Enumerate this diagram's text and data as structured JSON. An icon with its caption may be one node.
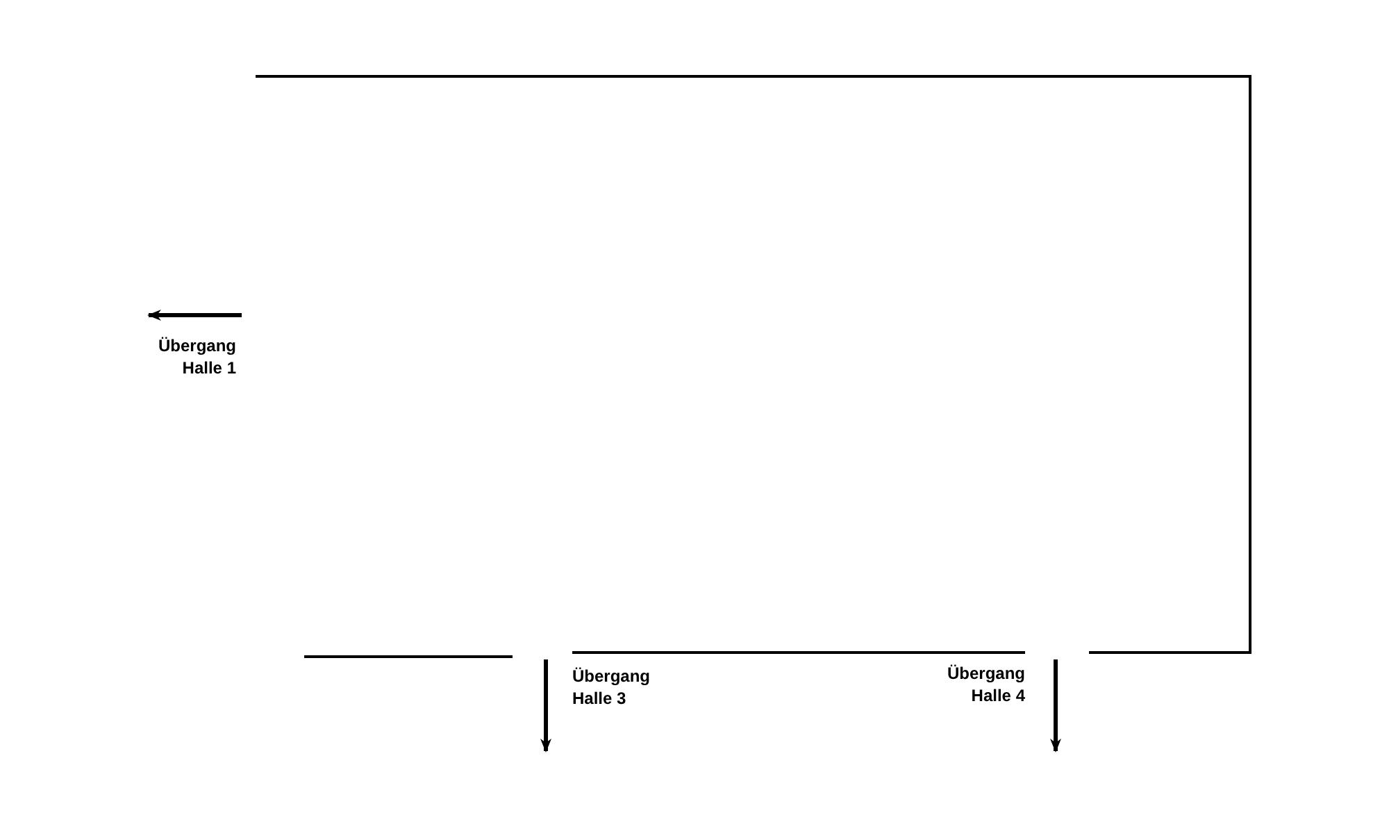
{
  "diagram": {
    "labels": [
      "Übergang Halle 1",
      "Übergang Halle 3",
      "Übergang Halle 4"
    ]
  }
}
